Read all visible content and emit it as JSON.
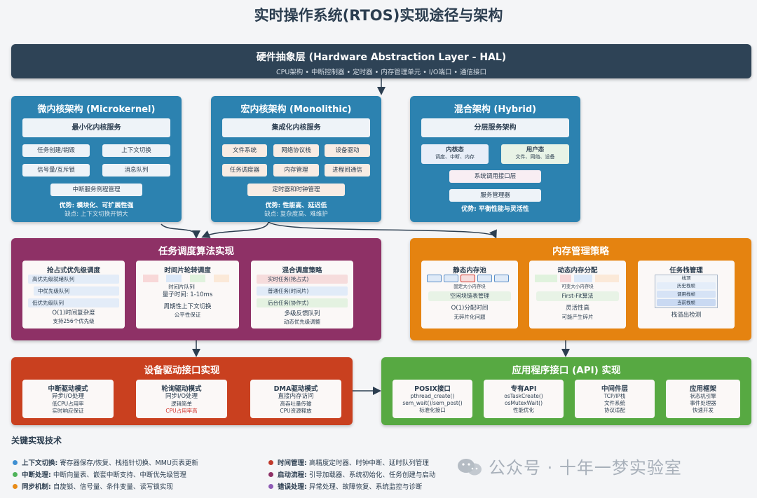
{
  "title": "实时操作系统(RTOS)实现途径与架构",
  "hal": {
    "title": "硬件抽象层 (Hardware Abstraction Layer - HAL)",
    "subtitle": "CPU架构 • 中断控制器 • 定时器 • 内存管理单元 • I/O端口 • 通信接口"
  },
  "micro": {
    "title": "微内核架构 (Microkernel)",
    "core": "最小化内核服务",
    "items": [
      "任务创建/销毁",
      "上下文切换",
      "信号量/互斥锁",
      "消息队列"
    ],
    "isr": "中断服务例程管理",
    "advantage": "优势: 模块化、可扩展性强",
    "drawback": "缺点: 上下文切换开销大"
  },
  "mono": {
    "title": "宏内核架构 (Monolithic)",
    "core": "集成化内核服务",
    "items": [
      "文件系统",
      "网络协议栈",
      "设备驱动",
      "任务调度器",
      "内存管理",
      "进程间通信"
    ],
    "timer": "定时器和时钟管理",
    "advantage": "优势: 性能高、延迟低",
    "drawback": "缺点: 复杂度高、难维护"
  },
  "hybrid": {
    "title": "混合架构 (Hybrid)",
    "core": "分层服务架构",
    "kernel_title": "内核态",
    "kernel_sub": "调度、中断、内存",
    "user_title": "用户态",
    "user_sub": "文件、网络、设备",
    "syscall": "系统调用接口层",
    "service": "服务管理器",
    "advantage": "优势: 平衡性能与灵活性"
  },
  "sched": {
    "title": "任务调度算法实现",
    "preempt": {
      "title": "抢占式优先级调度",
      "queues": [
        "高优先级就绪队列",
        "中优先级队列",
        "低优先级队列"
      ],
      "l1": "O(1)时间复杂度",
      "l2": "支持256个优先级"
    },
    "rr": {
      "title": "时间片轮转调度",
      "l0": "时间片队列",
      "l1": "量子时间: 1-10ms",
      "l2": "周期性上下文切换",
      "l3": "公平性保证"
    },
    "mixed": {
      "title": "混合调度策略",
      "strips": [
        "实时任务(抢占式)",
        "普通任务(时间片)",
        "后台任务(协作式)"
      ],
      "l1": "多级反馈队列",
      "l2": "动态优先级调整"
    }
  },
  "mem": {
    "title": "内存管理策略",
    "static": {
      "title": "静态内存池",
      "cap": "固定大小内存块",
      "box": "空闲块链表管理",
      "l1": "O(1)分配时间",
      "l2": "无碎片化问题"
    },
    "dynamic": {
      "title": "动态内存分配",
      "cap": "可变大小内存块",
      "box": "First-Fit算法",
      "l1": "灵活性高",
      "l2": "可能产生碎片"
    },
    "stack": {
      "title": "任务栈管理",
      "items": [
        "栈顶",
        "历史栈帧",
        "调用栈帧",
        "当前栈帧"
      ],
      "l1": "栈溢出检测"
    }
  },
  "driver": {
    "title": "设备驱动接口实现",
    "cards": [
      {
        "title": "中断驱动模式",
        "l1": "异步I/O处理",
        "l2": "低CPU占用率",
        "l3": "实时响应保证"
      },
      {
        "title": "轮询驱动模式",
        "l1": "同步I/O处理",
        "l2": "逻辑简单",
        "l3": "CPU占用率高"
      },
      {
        "title": "DMA驱动模式",
        "l1": "直接内存访问",
        "l2": "高吞吐量传输",
        "l3": "CPU资源释放"
      }
    ]
  },
  "api": {
    "title": "应用程序接口 (API) 实现",
    "cards": [
      {
        "title": "POSIX接口",
        "l1": "pthread_create()",
        "l2": "sem_wait()/sem_post()",
        "l3": "标准化接口"
      },
      {
        "title": "专有API",
        "l1": "osTaskCreate()",
        "l2": "osMutexWait()",
        "l3": "性能优化"
      },
      {
        "title": "中间件层",
        "l1": "TCP/IP栈",
        "l2": "文件系统",
        "l3": "协议适配"
      },
      {
        "title": "应用框架",
        "l1": "状态机引擎",
        "l2": "事件处理器",
        "l3": "快速开发"
      }
    ]
  },
  "key": {
    "title": "关键实现技术",
    "left": [
      {
        "label": "上下文切换:",
        "text": "寄存器保存/恢复、栈指针切换、MMU页表更新",
        "color": "#3f8fd2"
      },
      {
        "label": "中断处理:",
        "text": "中断向量表、嵌套中断支持、中断优先级管理",
        "color": "#4fb35a"
      },
      {
        "label": "同步机制:",
        "text": "自旋锁、信号量、条件变量、读写锁实现",
        "color": "#e88b17"
      }
    ],
    "right": [
      {
        "label": "时间管理:",
        "text": "高精度定时器、时钟中断、延时队列管理",
        "color": "#c0392b"
      },
      {
        "label": "启动流程:",
        "text": "引导加载器、系统初始化、任务创建与启动",
        "color": "#8e3166"
      },
      {
        "label": "错误处理:",
        "text": "异常处理、故障恢复、系统监控与诊断",
        "color": "#8e5bb5"
      }
    ]
  },
  "watermark": "公众号 · 十年一梦实验室"
}
